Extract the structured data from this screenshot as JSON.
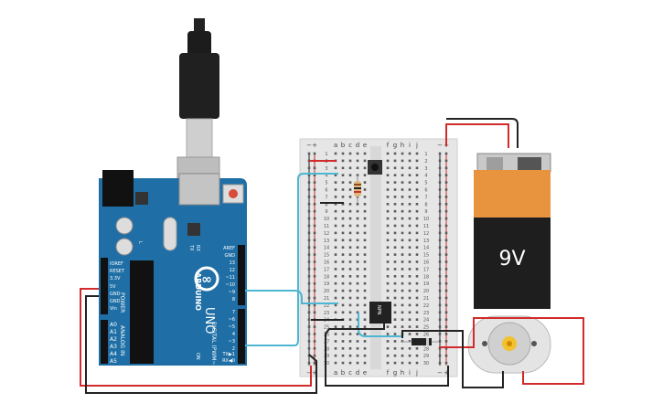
{
  "arduino": {
    "logo": "∞",
    "brand": "ARDUINO",
    "model": "UNO",
    "power_label": "POWER",
    "analog_label": "ANALOG IN",
    "digital_label": "DIGITAL (PWM~)",
    "tx_label": "TX",
    "rx_label": "RX",
    "l_label": "L",
    "on_label": "ON",
    "power_pins": [
      "IOREF",
      "RESET",
      "3.3V",
      "5V",
      "GND",
      "GND",
      "Vin"
    ],
    "analog_pins": [
      "A0",
      "A1",
      "A2",
      "A3",
      "A4",
      "A5"
    ],
    "digital_pins_top": [
      "AREF",
      "GND",
      "13",
      "12",
      "~11",
      "~10",
      "~9",
      "8"
    ],
    "digital_pins_bottom": [
      "7",
      "~6",
      "~5",
      "4",
      "~3",
      "2",
      "TX▶1",
      "RX◀0"
    ]
  },
  "breadboard": {
    "columns_left": [
      "a",
      "b",
      "c",
      "d",
      "e"
    ],
    "columns_right": [
      "f",
      "g",
      "h",
      "i",
      "j"
    ],
    "rail_minus": "−",
    "rail_plus": "+",
    "row_count": 30
  },
  "components": {
    "battery_label": "9V",
    "transistor_label": "NPN"
  },
  "colors": {
    "arduino_blue": "#1f6fa6",
    "wire_red": "#d22b2b",
    "wire_black": "#222222",
    "wire_cyan": "#4db6d3",
    "battery_orange": "#e8933d",
    "breadboard": "#e6e6e6"
  }
}
